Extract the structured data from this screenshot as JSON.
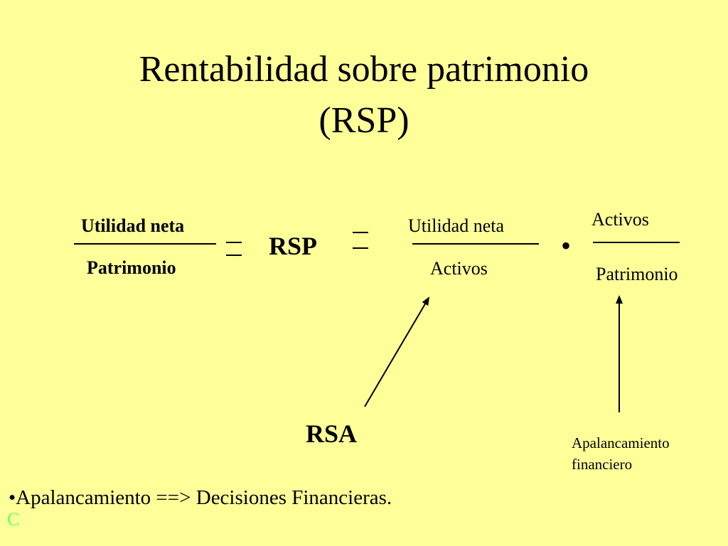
{
  "slide": {
    "title_line1": "Rentabilidad sobre patrimonio",
    "title_line2": "(RSP)",
    "formula": {
      "lhs_numerator": "Utilidad neta",
      "lhs_denominator": "Patrimonio",
      "equals": "=",
      "rsp": "RSP",
      "roa_numerator": "Utilidad neta",
      "roa_denominator": "Activos",
      "multiply": "•",
      "lev_numerator": "Activos",
      "lev_denominator": "Patrimonio"
    },
    "rsa_label": "RSA",
    "leverage_label_line1": "Apalancamiento",
    "leverage_label_line2": "financiero",
    "bullet_text": "•Apalancamiento ==> Decisiones Financieras.",
    "corner_mark": "C",
    "colors": {
      "background": "#ffff99",
      "text": "#000000",
      "corner_mark": "#66ff66"
    }
  }
}
